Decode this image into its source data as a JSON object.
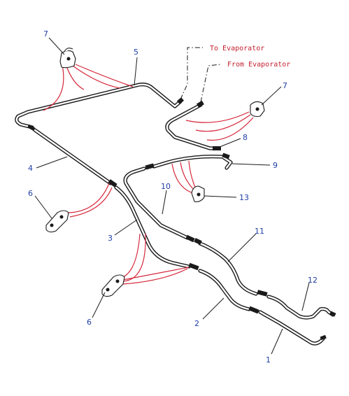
{
  "diagram": {
    "callouts": {
      "c1": "1",
      "c2": "2",
      "c3": "3",
      "c4": "4",
      "c5": "5",
      "c6a": "6",
      "c6b": "6",
      "c7a": "7",
      "c7b": "7",
      "c8": "8",
      "c9": "9",
      "c10": "10",
      "c11": "11",
      "c12": "12",
      "c13": "13"
    },
    "notes": {
      "to_evaporator": "To Evaporator",
      "from_evaporator": "From Evaporator"
    },
    "colors": {
      "pipe": "#1a1a1a",
      "callout_text": "#1f3fa6",
      "note_text": "#c21f2e",
      "clip_lines": "#d6283b"
    }
  }
}
